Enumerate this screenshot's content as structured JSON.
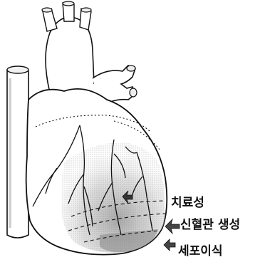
{
  "labels": {
    "treatment": "치료성",
    "angiogenesis": "신혈관 생성",
    "cell_transplant": "세포이식"
  },
  "colors": {
    "ink": "#111111",
    "stipple_light": "#d4d4d4",
    "stipple_dark": "#8a8a8a",
    "background": "#ffffff"
  },
  "icons": [
    "arrow-icon",
    "arrow-icon",
    "arrow-icon"
  ]
}
